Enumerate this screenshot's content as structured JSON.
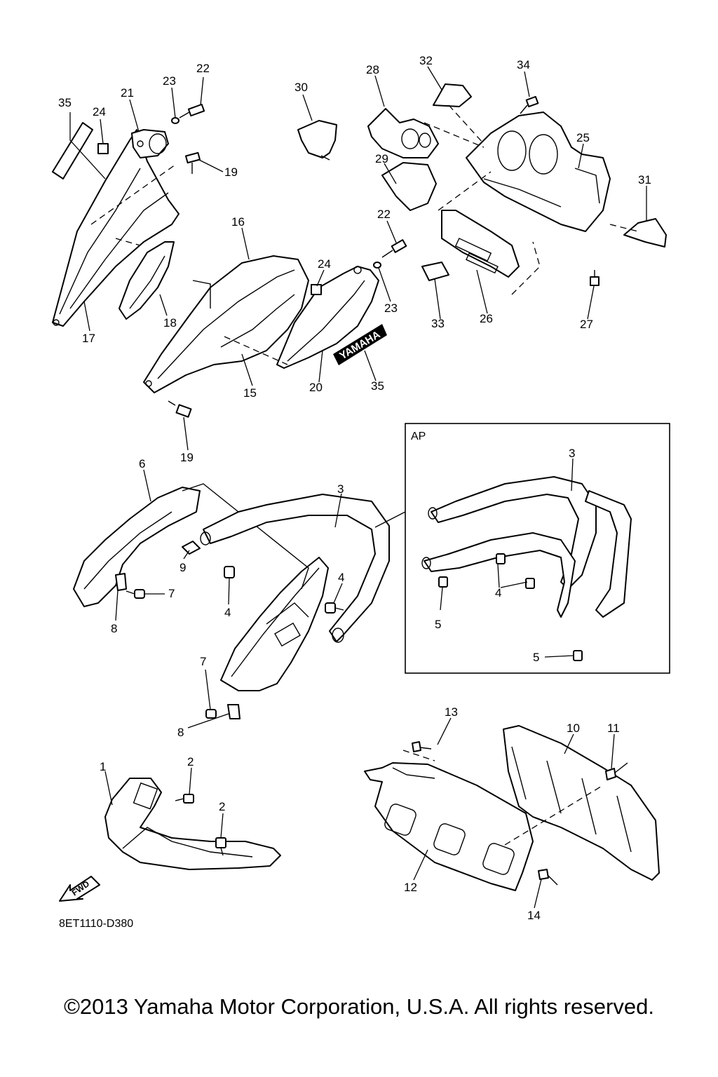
{
  "inset_label": "AP",
  "diagram_code": "8ET1110-D380",
  "fwd_label": "FWD",
  "logo_text": "YAMAHA",
  "copyright": "©2013 Yamaha Motor Corporation, U.S.A. All rights reserved.",
  "callouts": {
    "c1": "1",
    "c2a": "2",
    "c2b": "2",
    "c3": "3",
    "c3ap": "3",
    "c4a": "4",
    "c4b": "4",
    "c4ap": "4",
    "c5ap1": "5",
    "c5ap2": "5",
    "c6": "6",
    "c7a": "7",
    "c7b": "7",
    "c8a": "8",
    "c8b": "8",
    "c9": "9",
    "c10": "10",
    "c11": "11",
    "c12": "12",
    "c13": "13",
    "c14": "14",
    "c15": "15",
    "c16": "16",
    "c17": "17",
    "c18": "18",
    "c19a": "19",
    "c19b": "19",
    "c20": "20",
    "c21": "21",
    "c22a": "22",
    "c22b": "22",
    "c23a": "23",
    "c23b": "23",
    "c24a": "24",
    "c24b": "24",
    "c25": "25",
    "c26": "26",
    "c27": "27",
    "c28": "28",
    "c29": "29",
    "c30": "30",
    "c31": "31",
    "c32": "32",
    "c33": "33",
    "c34": "34",
    "c35a": "35",
    "c35b": "35"
  }
}
